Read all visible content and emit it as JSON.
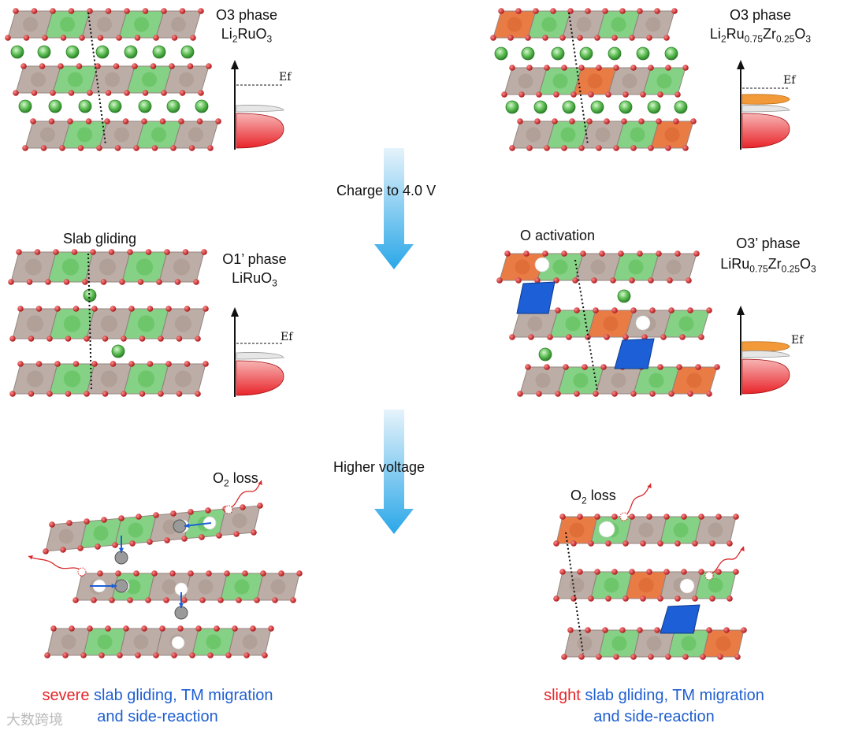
{
  "left_top": {
    "title": "O3 phase",
    "formula": {
      "a": "Li",
      "a_sub": "2",
      "b": "RuO",
      "b_sub": "3"
    }
  },
  "right_top": {
    "title": "O3 phase",
    "formula": {
      "a": "Li",
      "a_sub": "2",
      "b": "Ru",
      "b_sub": "0.75",
      "c": "Zr",
      "c_sub": "0.25",
      "d": "O",
      "d_sub": "3"
    }
  },
  "left_mid": {
    "note": "Slab gliding",
    "title": "O1’ phase",
    "formula": {
      "a": "LiRuO",
      "a_sub": "3"
    }
  },
  "right_mid": {
    "note": "O activation",
    "title": "O3’ phase",
    "formula": {
      "a": "LiRu",
      "a_sub": "0.75",
      "b": "Zr",
      "b_sub": "0.25",
      "c": "O",
      "c_sub": "3"
    }
  },
  "arrows": {
    "step1": "Charge to 4.0 V",
    "step2": "Higher voltage"
  },
  "fermi_label": "Ef",
  "left_bottom": {
    "note": {
      "a": "O",
      "a_sub": "2",
      "b": " loss"
    },
    "caption": {
      "red": "severe",
      "blue": " slab gliding, TM migration",
      "line2": "and side-reaction"
    }
  },
  "right_bottom": {
    "note": {
      "a": "O",
      "a_sub": "2",
      "b": " loss"
    },
    "caption": {
      "red": "slight",
      "blue": " slab gliding, TM migration",
      "line2": "and side-reaction"
    }
  },
  "watermark": "大数跨境",
  "colors": {
    "ru_octahedron": "#b9aaa2",
    "li_octahedron": "#7fcf7f",
    "zr_octahedron": "#e8743c",
    "migrated_tm": "#1d5fd6",
    "oxygen": "#d8282a",
    "li_ion": "#4fb34a",
    "arrow_top": "#e6f3fb",
    "arrow_bottom": "#2aa7e8",
    "band_filled": "#e8242a",
    "band_orange": "#f29a3a",
    "text_red": "#e5262a",
    "text_blue": "#1f5fd0"
  }
}
